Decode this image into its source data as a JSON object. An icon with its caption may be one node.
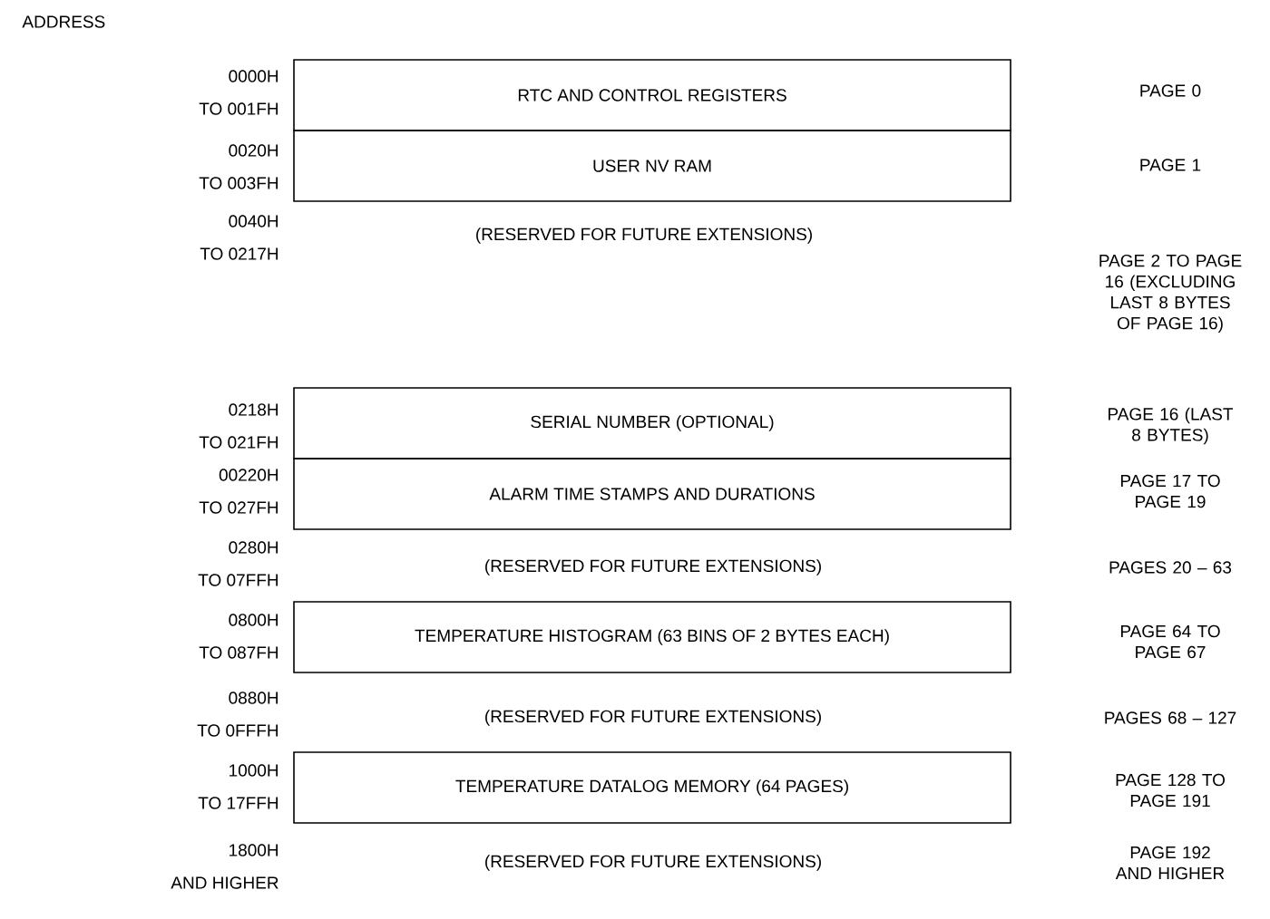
{
  "diagram": {
    "nodes": [
      {
        "text": [
          "RTC AND CONTROL REGISTERS"
        ],
        "beside": [
          "0000H",
          "TO 001FH"
        ]
      },
      {
        "text": [
          "USER NV RAM"
        ],
        "beside": [
          "0020H",
          "TO 003FH"
        ]
      },
      {
        "text": [
          "SERIAL NUMBER (OPTIONAL)"
        ],
        "beside": [
          "0218H",
          "TO 021FH"
        ]
      },
      {
        "text": [
          "ALARM TIME STAMPS AND DURATIONS"
        ],
        "beside": [
          "00220H",
          "TO 027FH"
        ]
      },
      {
        "text": [
          "TEMPERATURE HISTOGRAM (63 BINS OF 2 BYTES EACH)"
        ],
        "beside": [
          "0800H",
          "TO 087FH"
        ]
      },
      {
        "text": [
          "TEMPERATURE DATALOG MEMORY (64 PAGES)"
        ],
        "beside": [
          "1000H",
          "TO 17FFH"
        ]
      }
    ],
    "labels": [
      "ADDRESS",
      "PAGE 0",
      "PAGE 1",
      "0040H",
      "TO 0217H",
      "(RESERVED FOR FUTURE EXTENSIONS)",
      "PAGE 2 TO PAGE 16 (EXCLUDING LAST 8 BYTES OF PAGE 16)",
      "PAGE 16 (LAST 8 BYTES)",
      "PAGE 17 TO PAGE 19",
      "0280H",
      "TO 07FFH",
      "(RESERVED FOR FUTURE EXTENSIONS)",
      "PAGES 20 – 63",
      "PAGE 64 TO PAGE 67",
      "0880H",
      "TO 0FFFH",
      "(RESERVED FOR FUTURE EXTENSIONS)",
      "PAGES 68 – 127",
      "PAGE 128 TO PAGE 191",
      "1800H",
      "AND HIGHER",
      "(RESERVED FOR FUTURE EXTENSIONS)",
      "PAGE 192 AND HIGHER"
    ]
  }
}
